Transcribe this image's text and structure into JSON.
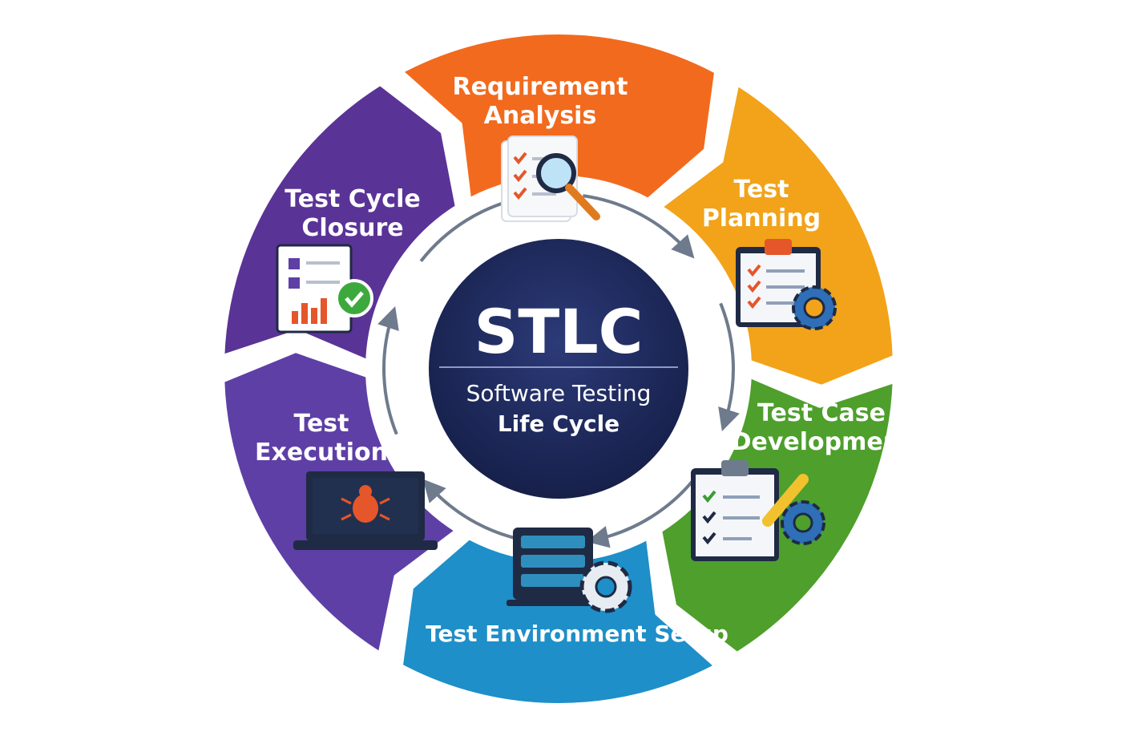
{
  "center": {
    "title": "STLC",
    "subtitle_line1": "Software Testing",
    "subtitle_line2": "Life Cycle"
  },
  "phases": [
    {
      "lines": [
        "Requirement",
        "Analysis"
      ],
      "color": "#F26A1E",
      "icon": "document-magnifier-icon"
    },
    {
      "lines": [
        "Test",
        "Planning"
      ],
      "color": "#F2A319",
      "icon": "clipboard-gear-icon"
    },
    {
      "lines": [
        "Test Case",
        "Development"
      ],
      "color": "#4E9F2C",
      "icon": "clipboard-pencil-gear-icon"
    },
    {
      "lines": [
        "Test Environment Setup"
      ],
      "color": "#1E8FC8",
      "icon": "server-gear-icon"
    },
    {
      "lines": [
        "Test",
        "Execution"
      ],
      "color": "#5E3FA6",
      "icon": "laptop-bug-icon"
    },
    {
      "lines": [
        "Test Cycle",
        "Closure"
      ],
      "color": "#5A3397",
      "icon": "report-check-icon"
    }
  ],
  "colors": {
    "center_fill": "#1F2A5C",
    "arrow": "#6E7B8C"
  }
}
